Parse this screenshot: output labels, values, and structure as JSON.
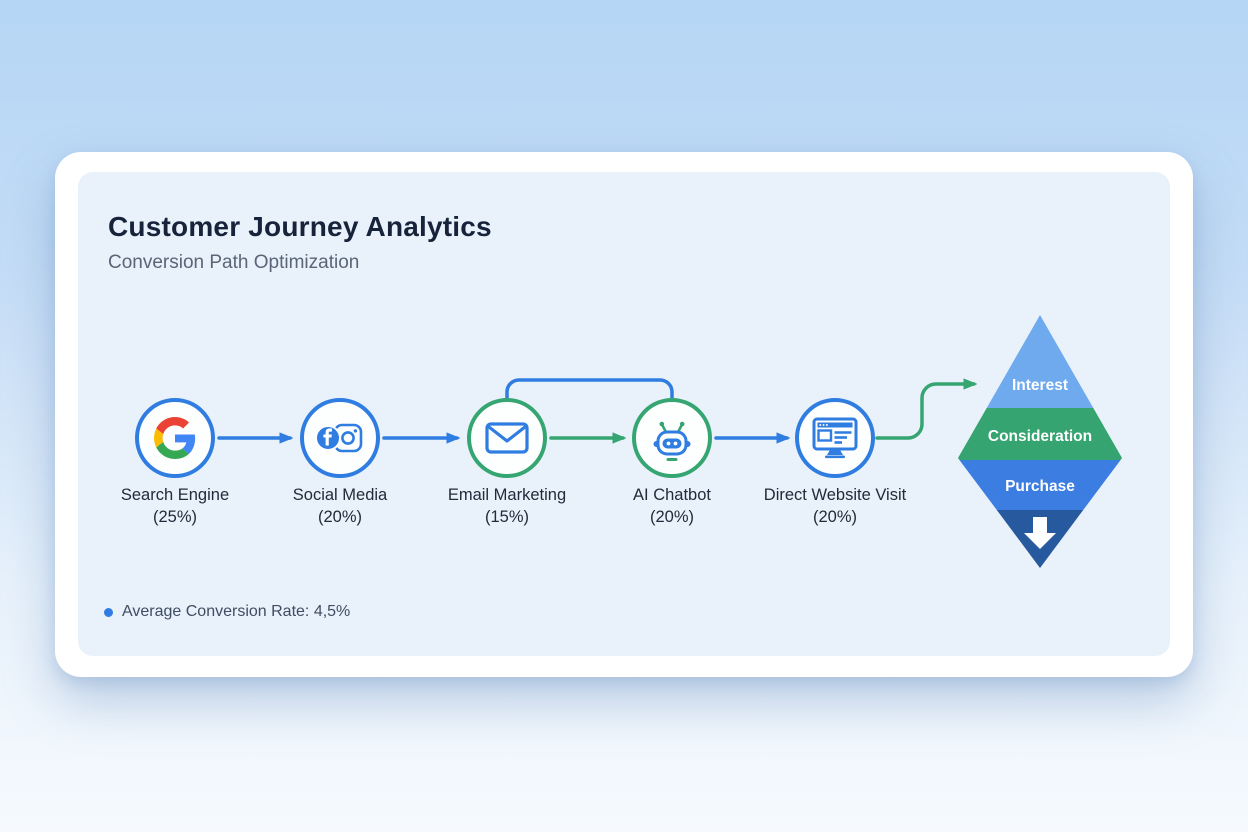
{
  "header": {
    "title": "Customer Journey Analytics",
    "subtitle": "Conversion Path Optimization"
  },
  "journey": {
    "nodes": [
      {
        "label": "Search Engine",
        "pct": "(25%)",
        "icon": "google-icon",
        "ring_color": "#2f7de1"
      },
      {
        "label": "Social Media",
        "pct": "(20%)",
        "icon": "facebook-instagram-icon",
        "ring_color": "#2f7de1"
      },
      {
        "label": "Email Marketing",
        "pct": "(15%)",
        "icon": "envelope-icon",
        "ring_color": "#35a571"
      },
      {
        "label": "AI Chatbot",
        "pct": "(20%)",
        "icon": "robot-icon",
        "ring_color": "#35a571"
      },
      {
        "label": "Direct Website Visit",
        "pct": "(20%)",
        "icon": "browser-icon",
        "ring_color": "#2f7de1"
      }
    ],
    "connectors": [
      {
        "from": "Search Engine",
        "to": "Social Media",
        "color": "#2f7de1",
        "style": "straight-arrow"
      },
      {
        "from": "Social Media",
        "to": "Email Marketing",
        "color": "#2f7de1",
        "style": "straight-arrow"
      },
      {
        "from": "Email Marketing",
        "to": "AI Chatbot",
        "color": "#35a571",
        "style": "straight-arrow"
      },
      {
        "from": "Email Marketing",
        "to": "AI Chatbot",
        "color": "#2f7de1",
        "style": "over-the-top-loop"
      },
      {
        "from": "AI Chatbot",
        "to": "Direct Website Visit",
        "color": "#2f7de1",
        "style": "straight-arrow"
      },
      {
        "from": "Direct Website Visit",
        "to": "Funnel Interest",
        "color": "#35a571",
        "style": "s-curve-arrow"
      }
    ]
  },
  "funnel": {
    "stages": [
      {
        "label": "Interest",
        "color": "#6faaef"
      },
      {
        "label": "Consideration",
        "color": "#35a470"
      },
      {
        "label": "Purchase",
        "color": "#3b7de0"
      }
    ],
    "tip_color": "#27599e",
    "tip_icon": "down-arrow-icon"
  },
  "legend": {
    "text": "Average Conversion Rate: 4,5%",
    "dot_color": "#2f7de1"
  },
  "colors": {
    "accent_blue": "#2f7de1",
    "accent_green": "#35a571",
    "card_bg": "#ffffff",
    "panel_bg": "#e9f1fa",
    "title_text": "#16233b",
    "subtitle_text": "#5a6577"
  }
}
